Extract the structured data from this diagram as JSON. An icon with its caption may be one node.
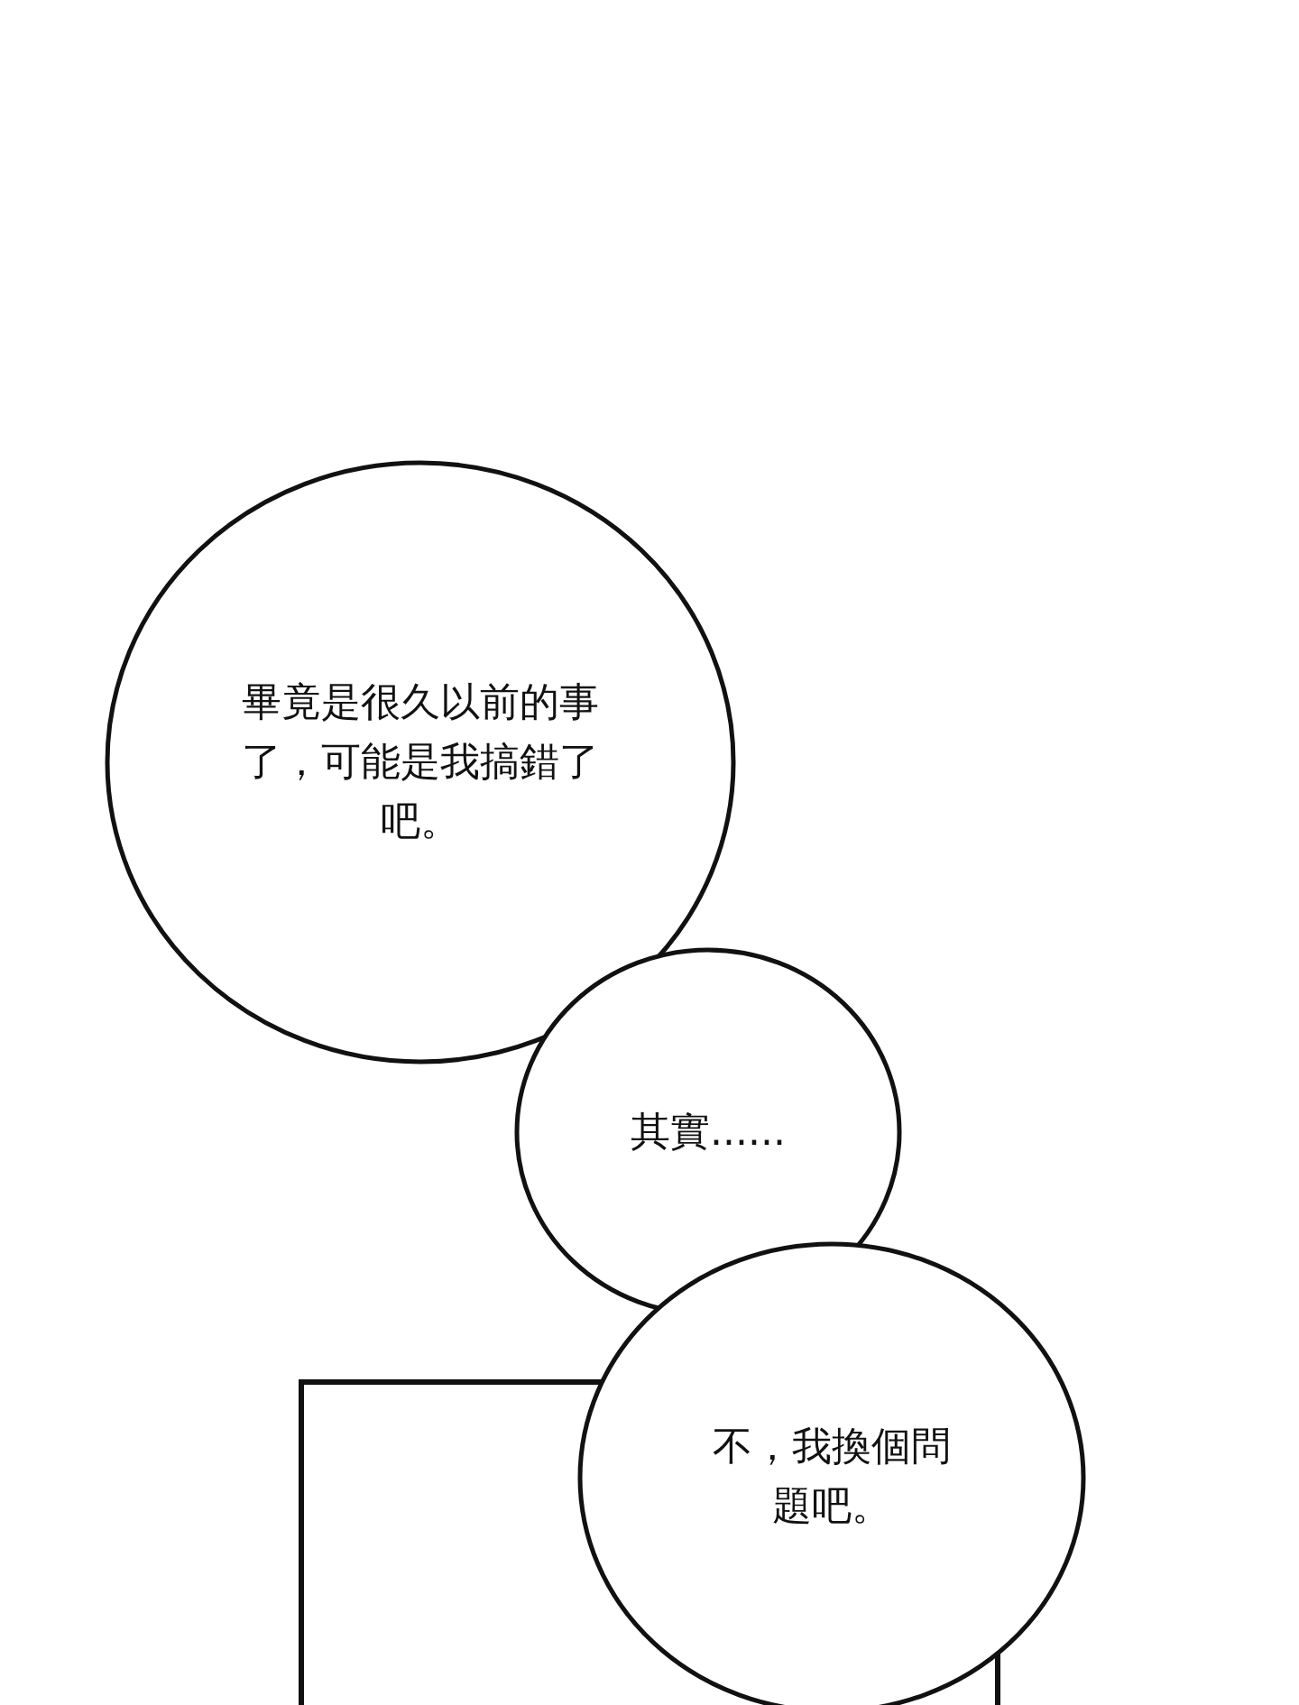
{
  "diagram": {
    "nodes": [
      {
        "text": [
          "畢竟是很久以前的事了，可能是我搞錯了吧。"
        ]
      },
      {
        "text": [
          "其實......"
        ]
      },
      {
        "text": [
          "不，我換個問題吧。"
        ]
      }
    ],
    "edges": []
  }
}
